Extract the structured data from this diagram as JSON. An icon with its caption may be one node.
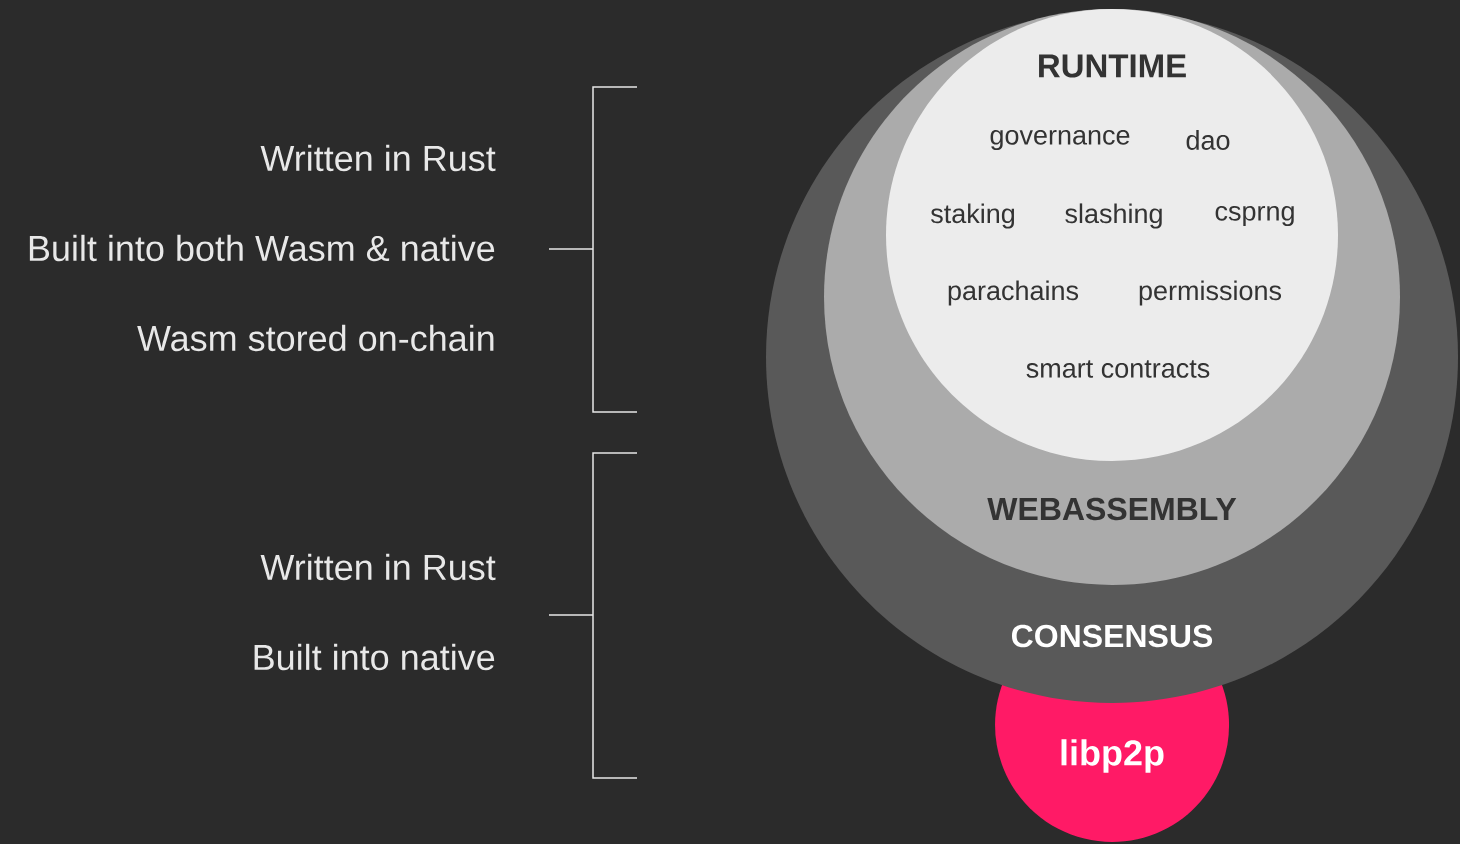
{
  "diagram": {
    "nodes": [
      {
        "text": [
          "CONSENSUS"
        ]
      },
      {
        "text": [
          "WEBASSEMBLY"
        ],
        "in": 0
      },
      {
        "text": [
          "RUNTIME",
          "governance",
          "dao",
          "staking",
          "slashing",
          "csprng",
          "parachains",
          "permissions",
          "smart contracts"
        ],
        "in": 1
      },
      {
        "text": [
          "libp2p"
        ]
      }
    ],
    "labels": [
      "Written in Rust",
      "Built into both Wasm & native",
      "Wasm stored on-chain",
      "Written in Rust",
      "Built into native"
    ]
  }
}
